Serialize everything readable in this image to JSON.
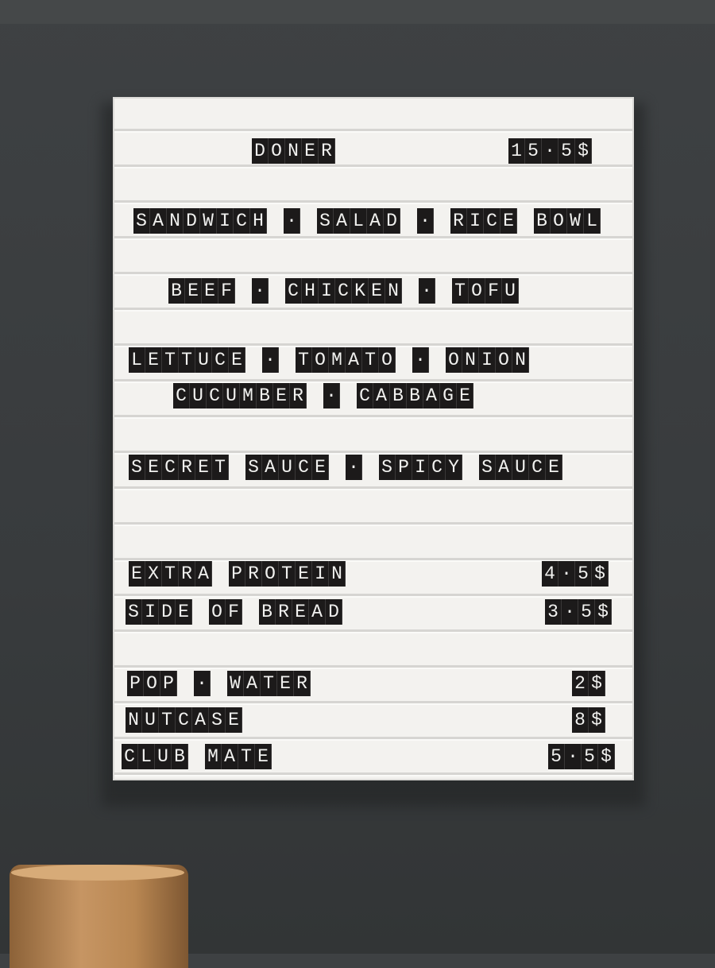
{
  "menu": {
    "title": {
      "item": "DONER",
      "price": "15·5$"
    },
    "formats": "SANDWICH · SALAD · RICE BOWL",
    "proteins": "BEEF · CHICKEN · TOFU",
    "veggies_1": "LETTUCE · TOMATO · ONION",
    "veggies_2": "CUCUMBER · CABBAGE",
    "sauces": "SECRET SAUCE · SPICY SAUCE",
    "extras": [
      {
        "item": "EXTRA PROTEIN",
        "price": "4·5$"
      },
      {
        "item": "SIDE OF BREAD",
        "price": "3·5$"
      }
    ],
    "drinks": [
      {
        "item": "POP · WATER",
        "price": "2$"
      },
      {
        "item": "NUTCASE",
        "price": "8$"
      },
      {
        "item": "CLUB MATE",
        "price": "5·5$"
      }
    ]
  },
  "colors": {
    "wall": "#3a3d3f",
    "board": "#ecebe8",
    "tile": "#1c1a1a",
    "letter": "#f1f1ef"
  }
}
